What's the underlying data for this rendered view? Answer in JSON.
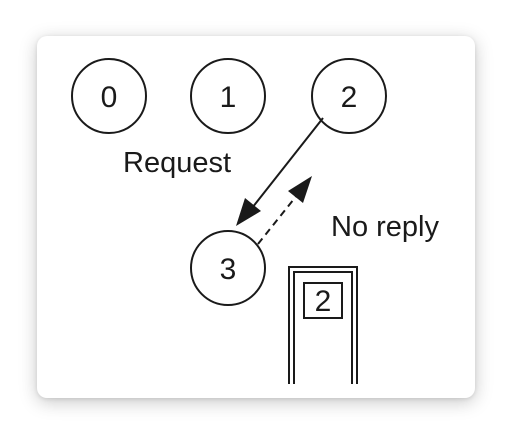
{
  "diagram": {
    "nodes": [
      {
        "id": "0",
        "label": "0"
      },
      {
        "id": "1",
        "label": "1"
      },
      {
        "id": "2",
        "label": "2"
      },
      {
        "id": "3",
        "label": "3"
      }
    ],
    "request_label": "Request",
    "no_reply_label": "No reply",
    "box_label": "2"
  },
  "colors": {
    "ink": "#1a1a1a",
    "background": "#ffffff"
  }
}
